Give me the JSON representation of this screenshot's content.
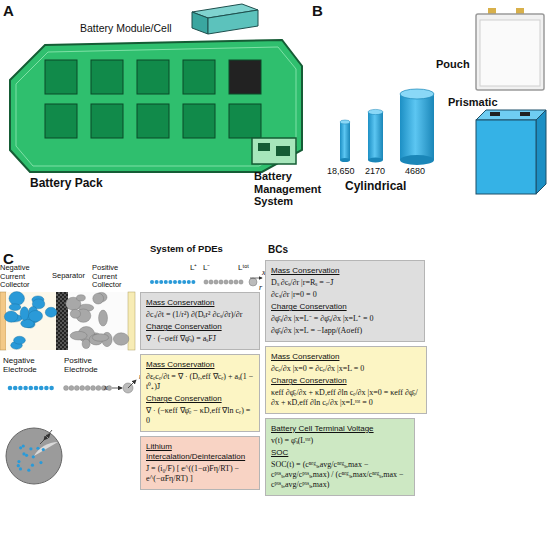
{
  "diagram": {
    "nodes": [
      {
        "text": [
          "Mass Conservation",
          "∂cₛ/∂t = (1/r²) ∂(Dₛr² ∂cₛ/∂r)/∂r",
          "Charge Conservation",
          "∇ · (−σeff ∇φ̄ₛ) = aₛFJ̄"
        ]
      },
      {
        "text": [
          "Mass Conservation",
          "∂εₑcₑ/∂t = ∇ · (Dₑ,eff ∇cₑ) + aₛ(1 − t⁰₊)J̄",
          "Charge Conservation",
          "∇ · (−κeff ∇φ̄ₑ − κD,eff ∇ln cₑ) = 0"
        ]
      },
      {
        "text": [
          "Lithium Intercalation/Deintercalation",
          "J̄ = (i₀/F) [ e^((1−α)Fη/RT) − e^(−αFη/RT) ]"
        ]
      },
      {
        "text": [
          "Mass Conservation",
          "Dₛ ∂cₛ/∂r |r=Rₛ = −J̄",
          "∂cₛ/∂r |r=0 = 0",
          "Charge Conservation",
          "∂φ̄ₛ/∂x |x=L⁻ = ∂φ̄ₛ/∂x |x=L⁺ = 0",
          "∂φ̄ₛ/∂x |x=L = −Iapp/(Aσeff)"
        ]
      },
      {
        "text": [
          "Mass Conservation",
          "∂cₑ/∂x |x=0 = ∂cₑ/∂x |x=L = 0",
          "Charge Conservation",
          "κeff ∂φ̄ₑ/∂x + κD,eff ∂ln cₑ/∂x |x=0 = κeff ∂φ̄ₑ/∂x + κD,eff ∂ln cₑ/∂x |x=Lᵗᵒᵗ = 0"
        ]
      },
      {
        "text": [
          "Battery Cell Terminal Voltage",
          "v(t) = φ̄ₛ(Lᵗᵒᵗ)",
          "SOC",
          "SOC(t) = (cⁿᵉᵍₛ,avg/cⁿᵉᵍₛ,max − cᵖᵒˢₛ,avg/cᵖᵒˢₛ,max) / (cⁿᵉᵍₛ,max/cⁿᵉᵍₛ,max − cᵖᵒˢₛ,avg/cᵖᵒˢₛ,max)"
        ]
      }
    ],
    "labels": [
      "A",
      "Battery Module/Cell",
      "Battery Pack",
      "Battery Management System",
      "B",
      "18,650",
      "2170",
      "4680",
      "Cylindrical",
      "Pouch",
      "Prismatic",
      "C",
      "Negative Current Collector",
      "Separator",
      "Positive Current Collector",
      "Negative Electrode",
      "Positive Electrode",
      "x",
      "r",
      "System of PDEs",
      "L⁺",
      "L⁻",
      "Lᵗᵒᵗ",
      "x",
      "r",
      "BCs"
    ]
  }
}
